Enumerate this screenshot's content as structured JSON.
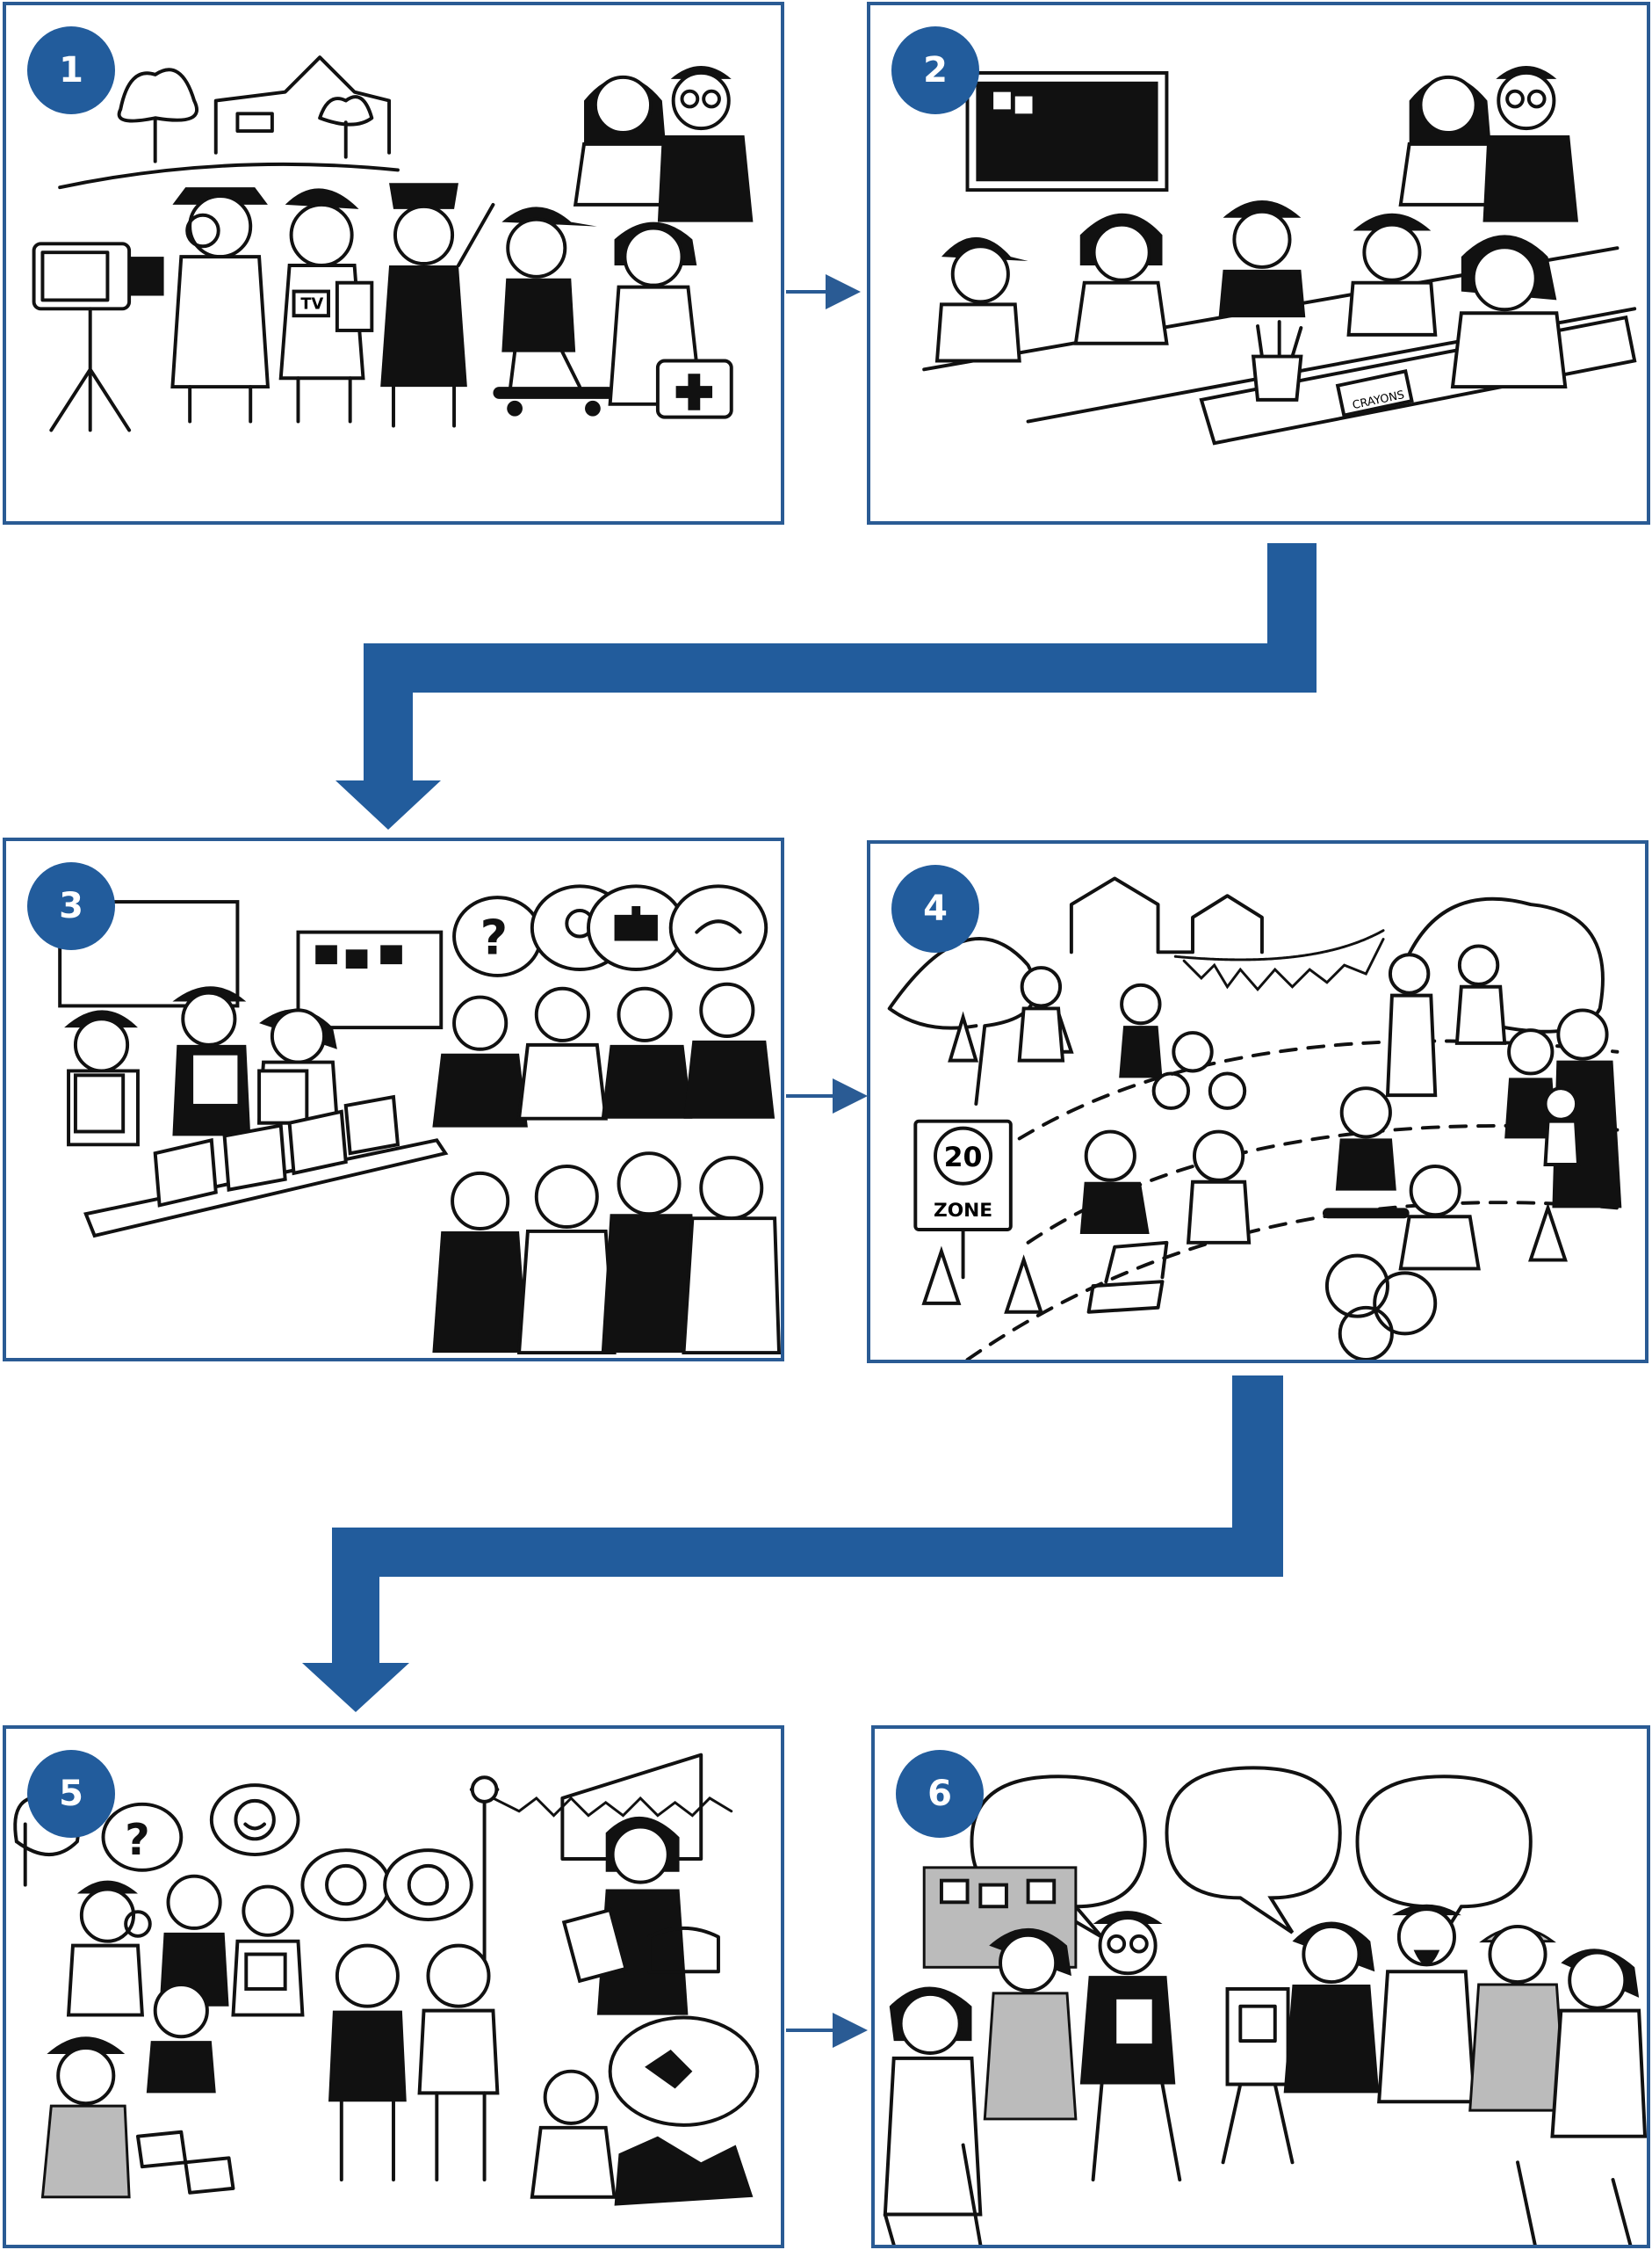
{
  "diagram": {
    "accent_color": "#225c9c",
    "border_color": "#2a5b94",
    "panels": [
      {
        "number": "1",
        "scene_icon": "community-roles-photo-icon"
      },
      {
        "number": "2",
        "scene_icon": "children-drawing-class-icon"
      },
      {
        "number": "3",
        "scene_icon": "children-presenting-to-adults-icon"
      },
      {
        "number": "4",
        "scene_icon": "street-play-zone-icon"
      },
      {
        "number": "5",
        "scene_icon": "children-evaluating-space-icon"
      },
      {
        "number": "6",
        "scene_icon": "adults-discussion-circle-icon"
      }
    ],
    "sign": {
      "speed": "20",
      "label": "ZONE"
    },
    "tv_label": "TV",
    "crayons_label": "CRAYONS"
  }
}
